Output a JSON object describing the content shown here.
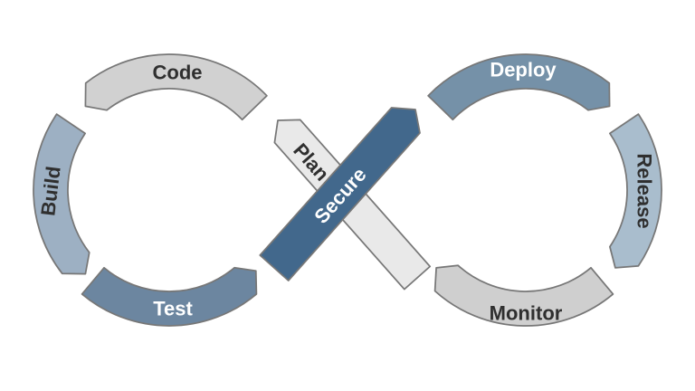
{
  "diagram": {
    "name": "DevSecOps infinity loop",
    "background": "#ffffff",
    "outline_color": "#777777",
    "segments": [
      {
        "id": "code",
        "label": "Code",
        "fill": "#d1d1d1",
        "text_color": "#2f2f2f"
      },
      {
        "id": "build",
        "label": "Build",
        "fill": "#9db0c3",
        "text_color": "#2f2f2f"
      },
      {
        "id": "test",
        "label": "Test",
        "fill": "#6c86a0",
        "text_color": "#ffffff"
      },
      {
        "id": "deploy",
        "label": "Deploy",
        "fill": "#7591a8",
        "text_color": "#ffffff"
      },
      {
        "id": "release",
        "label": "Release",
        "fill": "#a9bdcd",
        "text_color": "#2f2f2f"
      },
      {
        "id": "monitor",
        "label": "Monitor",
        "fill": "#cfcfcf",
        "text_color": "#2f2f2f"
      },
      {
        "id": "plan",
        "label": "Plan",
        "fill": "#e9e9e9",
        "text_color": "#2f2f2f"
      },
      {
        "id": "secure",
        "label": "Secure",
        "fill": "#42688c",
        "text_color": "#ffffff"
      }
    ]
  }
}
